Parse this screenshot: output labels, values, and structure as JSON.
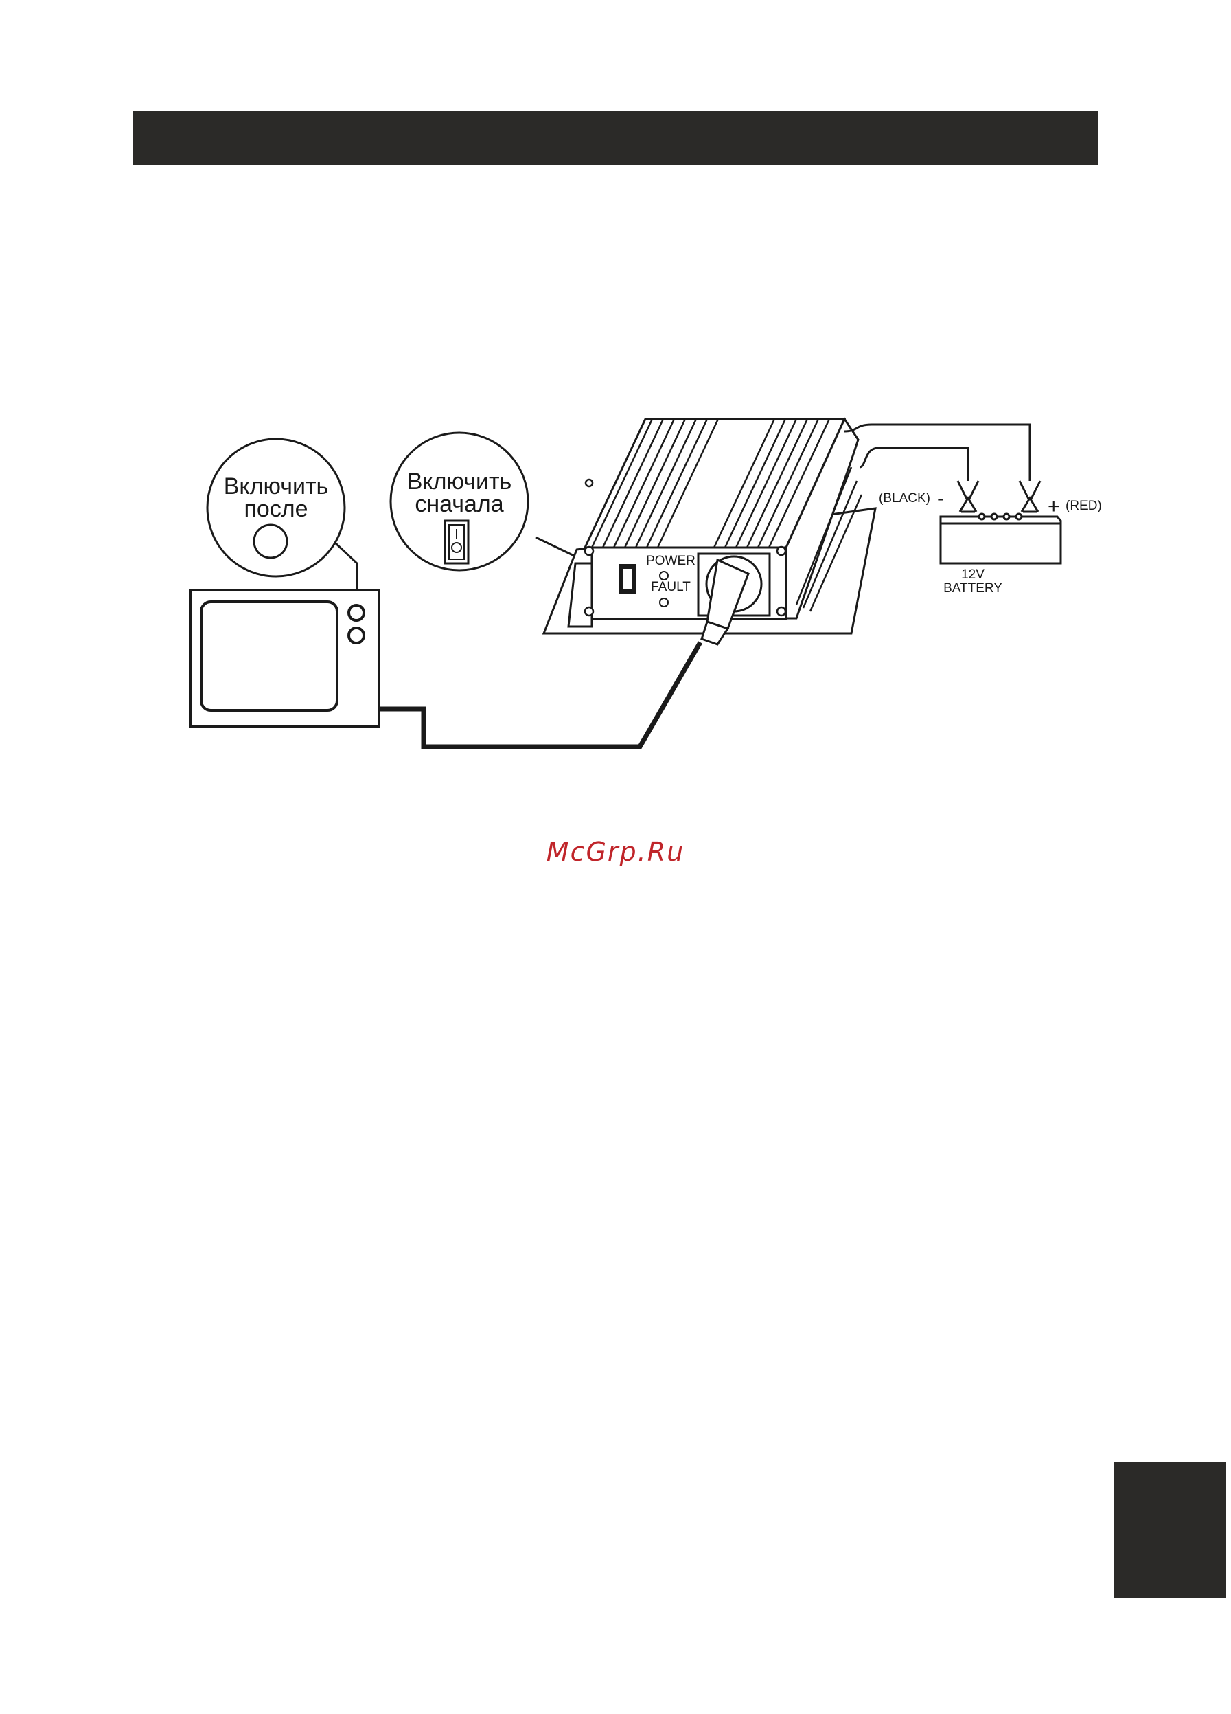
{
  "colors": {
    "bar": "#2b2a28",
    "line": "#1a1a1a",
    "watermark": "#c0252a"
  },
  "callouts": {
    "tv_switch": {
      "line1": "Включить",
      "line2": "после"
    },
    "inverter_switch": {
      "line1": "Включить",
      "line2": "сначала"
    }
  },
  "inverter": {
    "power_label": "POWER",
    "fault_label": "FAULT"
  },
  "battery": {
    "neg_label": "(BLACK)",
    "neg_sign": "-",
    "pos_sign": "+",
    "pos_label": "(RED)",
    "voltage": "12V",
    "name": "BATTERY"
  },
  "watermark": "McGrp.Ru"
}
